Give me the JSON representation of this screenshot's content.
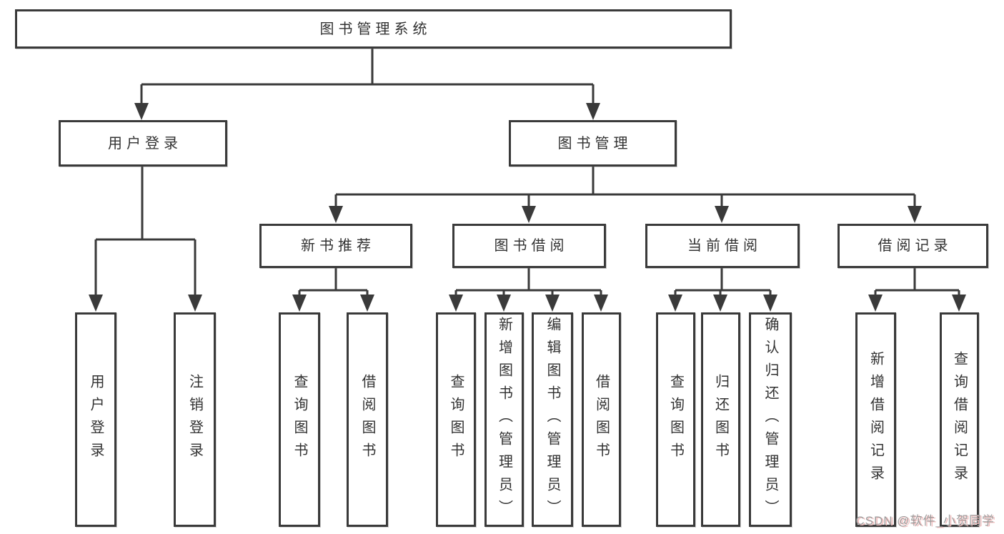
{
  "diagram": {
    "title": "图书管理系统",
    "level2": [
      {
        "label": "用户登录"
      },
      {
        "label": "图书管理"
      }
    ],
    "level3": [
      {
        "label": "新书推荐",
        "parent": "图书管理"
      },
      {
        "label": "图书借阅",
        "parent": "图书管理"
      },
      {
        "label": "当前借阅",
        "parent": "图书管理"
      },
      {
        "label": "借阅记录",
        "parent": "图书管理"
      }
    ],
    "leaves": [
      {
        "label": "用户登录",
        "parent": "用户登录"
      },
      {
        "label": "注销登录",
        "parent": "用户登录"
      },
      {
        "label": "查询图书",
        "parent": "新书推荐"
      },
      {
        "label": "借阅图书",
        "parent": "新书推荐"
      },
      {
        "label": "查询图书",
        "parent": "图书借阅"
      },
      {
        "label": "新增图书（管理员）",
        "parent": "图书借阅"
      },
      {
        "label": "编辑图书（管理员）",
        "parent": "图书借阅"
      },
      {
        "label": "借阅图书",
        "parent": "图书借阅"
      },
      {
        "label": "查询图书",
        "parent": "当前借阅"
      },
      {
        "label": "归还图书",
        "parent": "当前借阅"
      },
      {
        "label": "确认归还（管理员）",
        "parent": "当前借阅"
      },
      {
        "label": "新增借阅记录",
        "parent": "借阅记录"
      },
      {
        "label": "查询借阅记录",
        "parent": "借阅记录"
      }
    ],
    "watermark": "CSDN @软件_小贺同学",
    "colors": {
      "line": "#3a3a3a",
      "text": "#323232",
      "watermark": "#9e9e9e"
    }
  }
}
